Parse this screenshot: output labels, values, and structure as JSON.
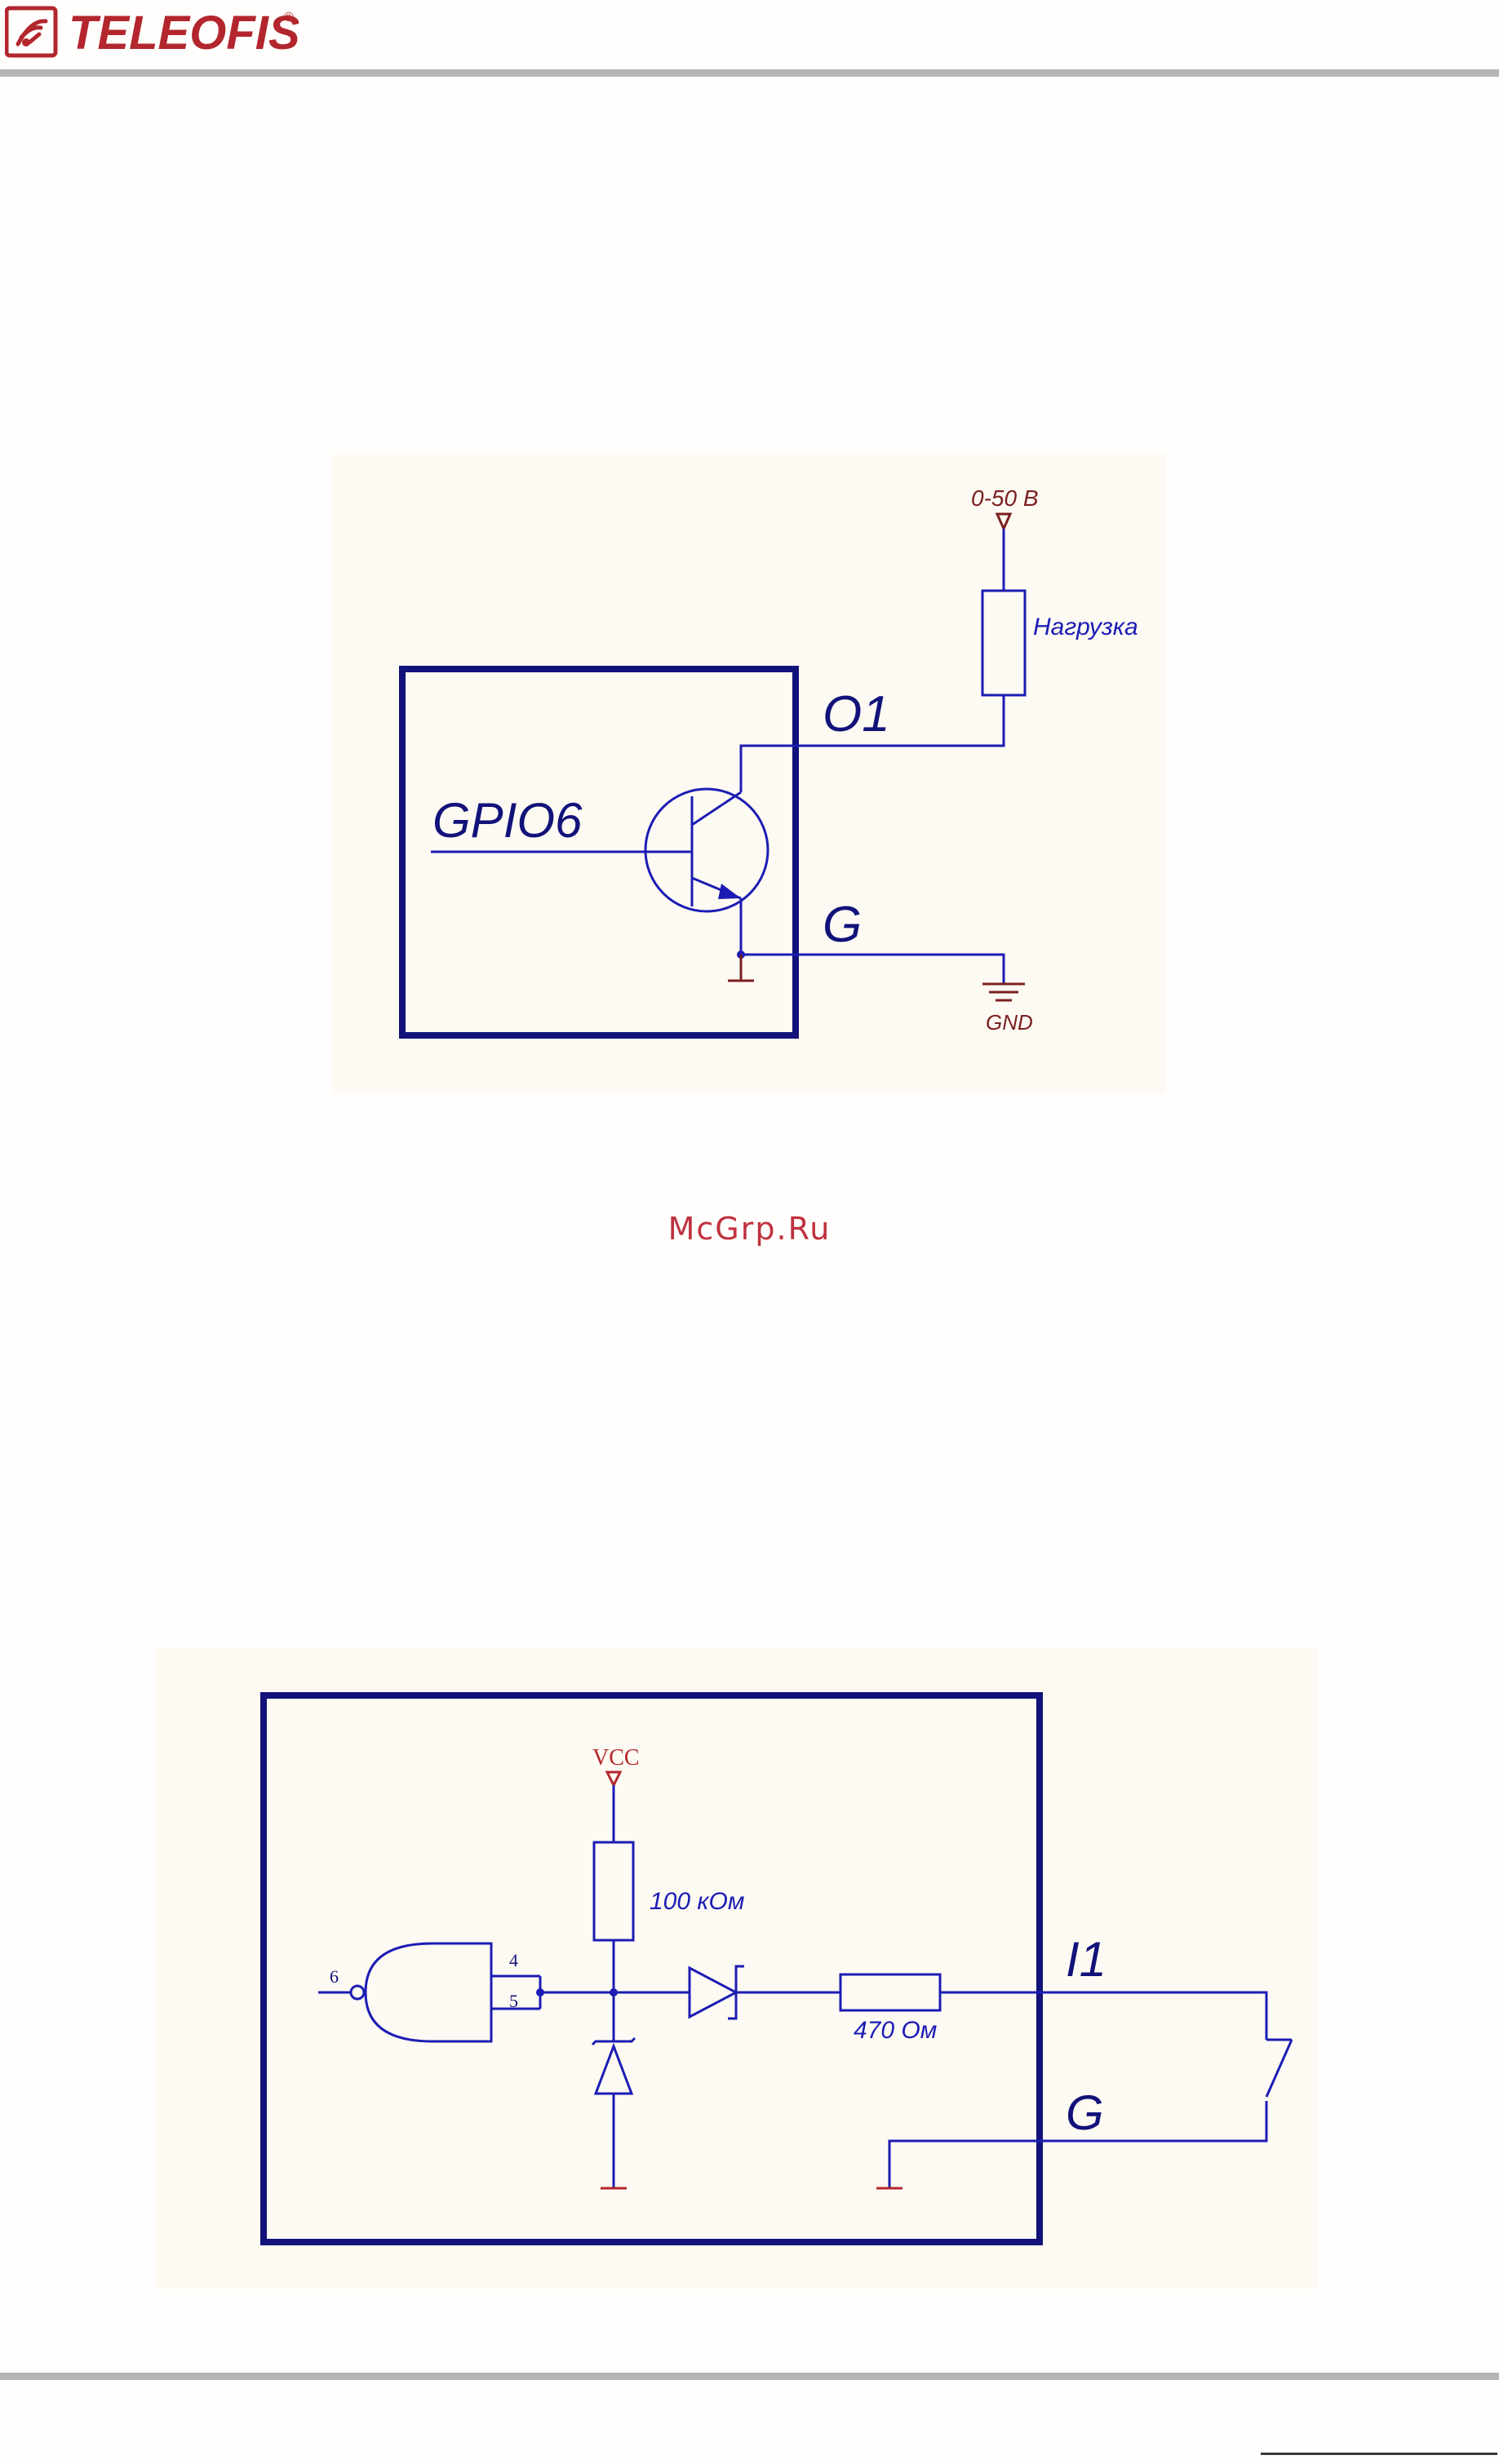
{
  "header": {
    "brand": "TELEOFIS",
    "brand_mark": "®",
    "brand_color": "#b3262d"
  },
  "watermark": {
    "text": "McGrp.Ru",
    "color": "#c0313d"
  },
  "diagram_output": {
    "supply_label": "0-50 В",
    "load_label": "Нагрузка",
    "output_pin_label": "O1",
    "ground_pin_label": "G",
    "gpio_label": "GPIO6",
    "gnd_label": "GND",
    "wire_color": "#1c1cb4",
    "power_color": "#7a1f1f",
    "frame_color": "#12127a"
  },
  "diagram_input": {
    "vcc_label": "VCC",
    "pullup_label": "100 кОм",
    "series_resistor_label": "470 Ом",
    "input_pin_label": "I1",
    "ground_pin_label": "G",
    "gate_pin_out": "6",
    "gate_pin_a": "4",
    "gate_pin_b": "5"
  }
}
